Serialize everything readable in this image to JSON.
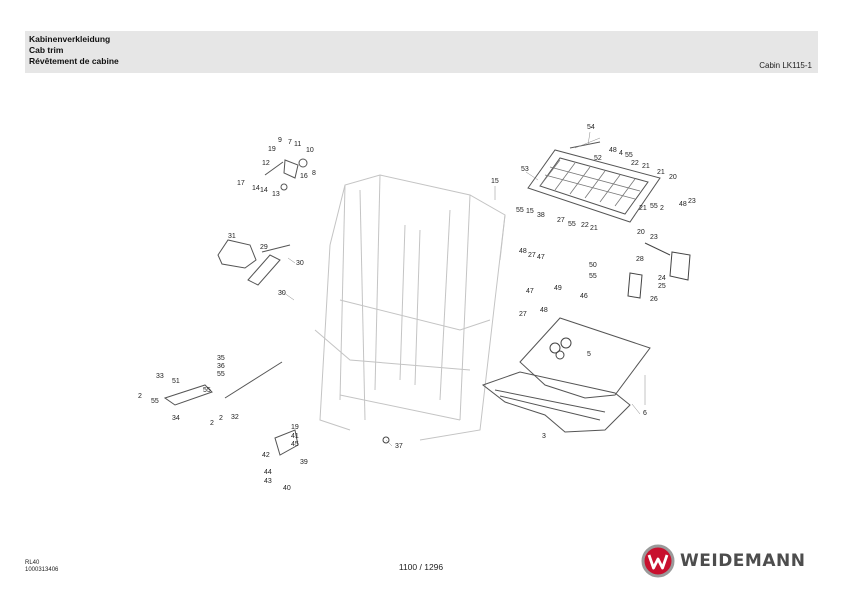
{
  "header": {
    "title_de": "Kabinenverkleidung",
    "title_en": "Cab trim",
    "title_fr": "Révêtement de cabine",
    "model": "Cabin LK115-1"
  },
  "callouts": [
    {
      "id": "c54",
      "label": "54"
    },
    {
      "id": "c53",
      "label": "53"
    },
    {
      "id": "c52",
      "label": "52"
    },
    {
      "id": "c48a",
      "label": "48"
    },
    {
      "id": "c4",
      "label": "4"
    },
    {
      "id": "c55a",
      "label": "55"
    },
    {
      "id": "c22a",
      "label": "22"
    },
    {
      "id": "c21a",
      "label": "21"
    },
    {
      "id": "c21b",
      "label": "21"
    },
    {
      "id": "c20a",
      "label": "20"
    },
    {
      "id": "c15a",
      "label": "15"
    },
    {
      "id": "c55b",
      "label": "55"
    },
    {
      "id": "c15b",
      "label": "15"
    },
    {
      "id": "c38",
      "label": "38"
    },
    {
      "id": "c27a",
      "label": "27"
    },
    {
      "id": "c55c",
      "label": "55"
    },
    {
      "id": "c22b",
      "label": "22"
    },
    {
      "id": "c21c",
      "label": "21"
    },
    {
      "id": "c21d",
      "label": "21"
    },
    {
      "id": "c55d",
      "label": "55"
    },
    {
      "id": "c2a",
      "label": "2"
    },
    {
      "id": "c48b",
      "label": "48"
    },
    {
      "id": "c23a",
      "label": "23"
    },
    {
      "id": "c20b",
      "label": "20"
    },
    {
      "id": "c23b",
      "label": "23"
    },
    {
      "id": "c28",
      "label": "28"
    },
    {
      "id": "c24",
      "label": "24"
    },
    {
      "id": "c25",
      "label": "25"
    },
    {
      "id": "c26",
      "label": "26"
    },
    {
      "id": "c48c",
      "label": "48"
    },
    {
      "id": "c27b",
      "label": "27"
    },
    {
      "id": "c47a",
      "label": "47"
    },
    {
      "id": "c50",
      "label": "50"
    },
    {
      "id": "c55e",
      "label": "55"
    },
    {
      "id": "c49",
      "label": "49"
    },
    {
      "id": "c46",
      "label": "46"
    },
    {
      "id": "c47b",
      "label": "47"
    },
    {
      "id": "c27c",
      "label": "27"
    },
    {
      "id": "c48d",
      "label": "48"
    },
    {
      "id": "c5",
      "label": "5"
    },
    {
      "id": "c6",
      "label": "6"
    },
    {
      "id": "c3",
      "label": "3"
    },
    {
      "id": "c9",
      "label": "9"
    },
    {
      "id": "c7",
      "label": "7"
    },
    {
      "id": "c11",
      "label": "11"
    },
    {
      "id": "c19a",
      "label": "19"
    },
    {
      "id": "c10",
      "label": "10"
    },
    {
      "id": "c12",
      "label": "12"
    },
    {
      "id": "c16",
      "label": "16"
    },
    {
      "id": "c8",
      "label": "8"
    },
    {
      "id": "c17",
      "label": "17"
    },
    {
      "id": "c14a",
      "label": "14"
    },
    {
      "id": "c14b",
      "label": "14"
    },
    {
      "id": "c13",
      "label": "13"
    },
    {
      "id": "c31",
      "label": "31"
    },
    {
      "id": "c29",
      "label": "29"
    },
    {
      "id": "c30a",
      "label": "30"
    },
    {
      "id": "c30b",
      "label": "30"
    },
    {
      "id": "c35",
      "label": "35"
    },
    {
      "id": "c36",
      "label": "36"
    },
    {
      "id": "c55f",
      "label": "55"
    },
    {
      "id": "c33",
      "label": "33"
    },
    {
      "id": "c51",
      "label": "51"
    },
    {
      "id": "c55g",
      "label": "55"
    },
    {
      "id": "c2b",
      "label": "2"
    },
    {
      "id": "c55h",
      "label": "55"
    },
    {
      "id": "c34",
      "label": "34"
    },
    {
      "id": "c2c",
      "label": "2"
    },
    {
      "id": "c2d",
      "label": "2"
    },
    {
      "id": "c32",
      "label": "32"
    },
    {
      "id": "c19b",
      "label": "19"
    },
    {
      "id": "c41",
      "label": "41"
    },
    {
      "id": "c45",
      "label": "45"
    },
    {
      "id": "c42",
      "label": "42"
    },
    {
      "id": "c39",
      "label": "39"
    },
    {
      "id": "c44",
      "label": "44"
    },
    {
      "id": "c43",
      "label": "43"
    },
    {
      "id": "c40",
      "label": "40"
    },
    {
      "id": "c37",
      "label": "37"
    }
  ],
  "footer": {
    "doc_code": "RL40",
    "doc_number": "1000313406",
    "page": "1100 / 1296",
    "brand": "WEIDEMANN",
    "logo_icon": "weidemann-w-logo-icon",
    "brand_red": "#c8102e"
  }
}
